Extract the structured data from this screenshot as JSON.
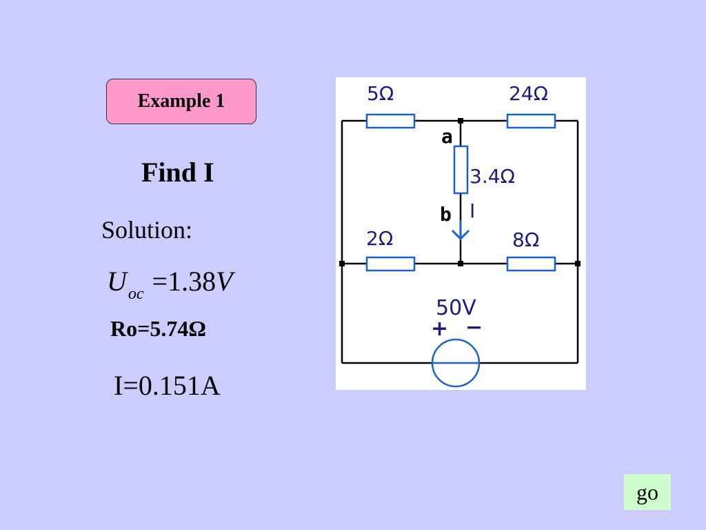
{
  "slide": {
    "badge": "Example 1",
    "heading": "Find I",
    "solution_label": "Solution:",
    "uoc": {
      "symbol": "U",
      "subscript": "oc",
      "equals": "=",
      "value": "1.38",
      "unit": "V"
    },
    "ro": "Ro=5.74Ω",
    "answer": "I=0.151A",
    "go_button": "go"
  },
  "circuit": {
    "r_top_left": "5Ω",
    "r_top_right": "24Ω",
    "r_middle": "3.4Ω",
    "r_bottom_left": "2Ω",
    "r_bottom_right": "8Ω",
    "node_a": "a",
    "node_b": "b",
    "current": "I",
    "source": "50V",
    "plus": "+",
    "minus": "−",
    "colors": {
      "wire": "#000000",
      "component": "#1a5fd6",
      "background": "#ffffff"
    }
  }
}
